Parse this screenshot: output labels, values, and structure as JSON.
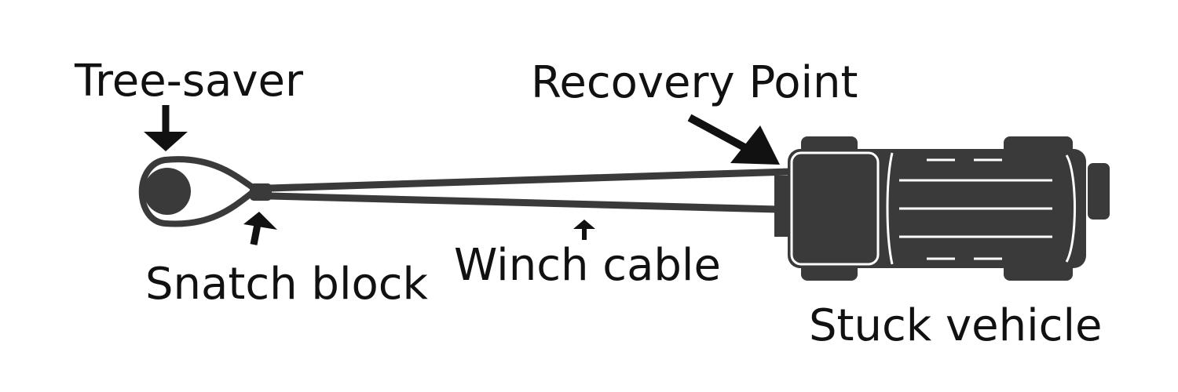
{
  "labels": {
    "tree_saver": "Tree-saver",
    "snatch_block": "Snatch block",
    "winch_cable": "Winch cable",
    "recovery_point": "Recovery Point",
    "stuck_vehicle": "Stuck vehicle"
  },
  "colors": {
    "ink": "#111111",
    "gray": "#3a3a3a",
    "background": "#ffffff"
  }
}
